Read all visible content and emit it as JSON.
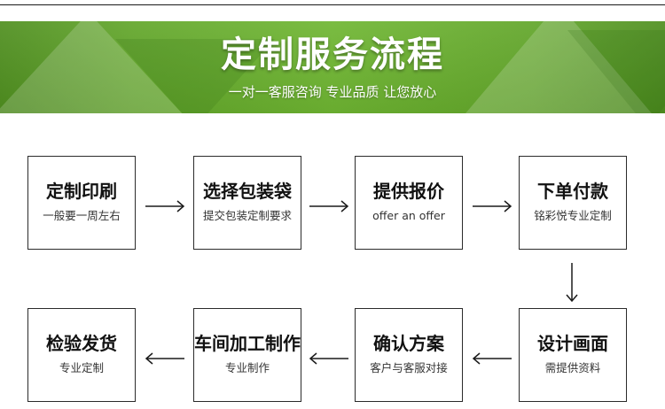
{
  "banner": {
    "title": "定制服务流程",
    "subtitle": "一对一客服咨询 专业品质 让您放心",
    "color": "#66ad2d"
  },
  "steps": [
    {
      "title": "定制印刷",
      "subtitle": "一般要一周左右"
    },
    {
      "title": "选择包装袋",
      "subtitle": "提交包装定制要求"
    },
    {
      "title": "提供报价",
      "subtitle": "offer an offer"
    },
    {
      "title": "下单付款",
      "subtitle": "铭彩悦专业定制"
    },
    {
      "title": "设计画面",
      "subtitle": "需提供资料"
    },
    {
      "title": "确认方案",
      "subtitle": "客户与客服对接"
    },
    {
      "title": "车间加工制作",
      "subtitle": "专业制作"
    },
    {
      "title": "检验发货",
      "subtitle": "专业定制"
    }
  ],
  "colors": {
    "border": "#2b2b2b",
    "text": "#111111",
    "arrow": "#1a1a1a"
  }
}
